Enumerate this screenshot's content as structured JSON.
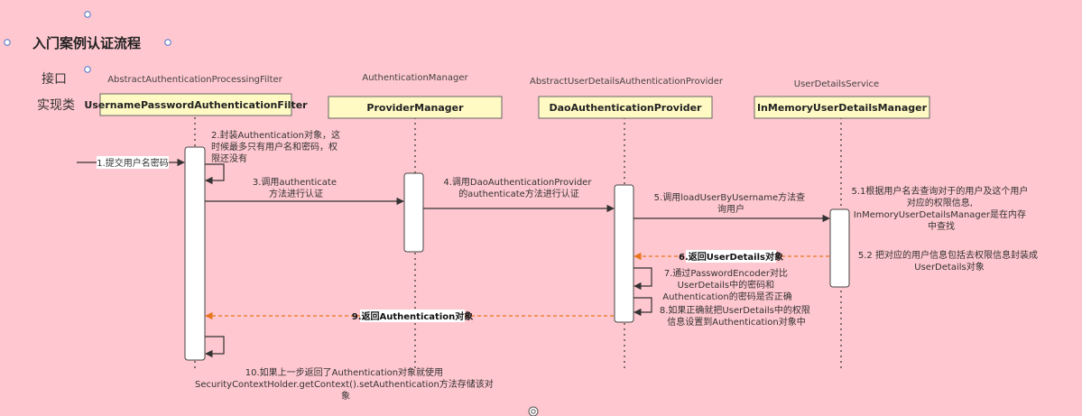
{
  "title": "入门案例认证流程",
  "row_labels": {
    "interface": "接口",
    "impl": "实现类"
  },
  "participants": [
    {
      "interface": "AbstractAuthenticationProcessingFilter",
      "impl": "UsernamePasswordAuthenticationFilter"
    },
    {
      "interface": "AuthenticationManager",
      "impl": "ProviderManager"
    },
    {
      "interface": "AbstractUserDetailsAuthenticationProvider",
      "impl": "DaoAuthenticationProvider"
    },
    {
      "interface": "UserDetailsService",
      "impl": "InMemoryUserDetailsManager"
    }
  ],
  "messages": {
    "m1": "1.提交用户名密码",
    "m2": [
      "2.封装Authentication对象，这",
      "时候最多只有用户名和密码，权",
      "限还没有"
    ],
    "m3": [
      "3.调用authenticate",
      "方法进行认证"
    ],
    "m4": [
      "4.调用DaoAuthenticationProvider",
      "的authenticate方法进行认证"
    ],
    "m5": [
      "5.调用loadUserByUsername方法查",
      "询用户"
    ],
    "m51": [
      "5.1根据用户名去查询对于的用户及这个用户",
      "对应的权限信息,",
      "InMemoryUserDetailsManager是在内存",
      "中查找"
    ],
    "m52": [
      "5.2 把对应的用户信息包括去权限信息封装成",
      "UserDetails对象"
    ],
    "m6": "6.返回UserDetails对象",
    "m7": [
      "7.通过PasswordEncoder对比",
      "UserDetails中的密码和",
      "Authentication的密码是否正确"
    ],
    "m8": [
      "8.如果正确就把UserDetails中的权限",
      "信息设置到Authentication对象中"
    ],
    "m9": "9.返回Authentication对象",
    "m10": [
      "10.如果上一步返回了Authentication对象就使用",
      "SecurityContextHolder.getContext().setAuthentication方法存储该对",
      "象"
    ]
  },
  "colors": {
    "background": "#ffc7cf",
    "box_fill": "#fffac4",
    "box_stroke": "#666666",
    "activation_fill": "#ffffff",
    "line": "#333333",
    "return_arrow": "#e8761e",
    "handle_stroke": "#4a74c9"
  }
}
